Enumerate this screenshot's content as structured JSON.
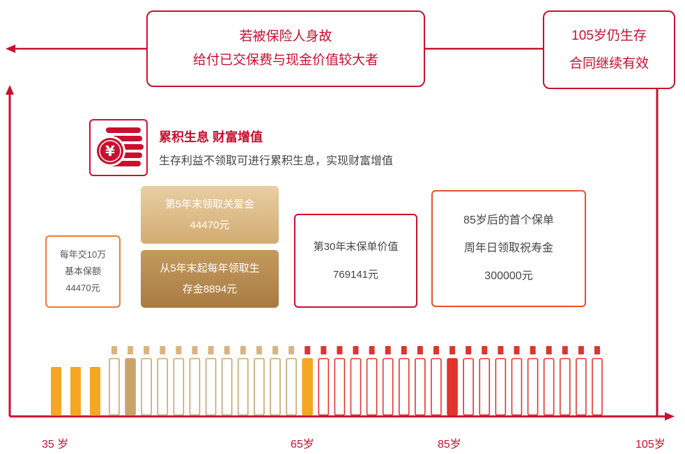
{
  "top_left_box": {
    "line1": "若被保险人身故",
    "line2": "给付已交保费与现金价值较大者"
  },
  "top_right_box": {
    "line1": "105岁仍生存",
    "line2": "合同继续有效"
  },
  "feature": {
    "title": "累积生息  财富增值",
    "subtitle": "生存利益不领取可进行累积生息，实现财富增值",
    "icon": "coin-stack-yen-icon"
  },
  "box_35": {
    "line1": "每年交10万",
    "line2": "基本保额",
    "line3": "44470元"
  },
  "box_gold1": {
    "line1": "第5年末领取关爱金",
    "line2": "44470元"
  },
  "box_gold2": {
    "line1": "从5年末起每年领取生",
    "line2": "存金8894元"
  },
  "box_30": {
    "line1": "第30年末保单价值",
    "line2": "769141元"
  },
  "box_85": {
    "line1": "85岁后的首个保单",
    "line2": "周年日领取祝寿金",
    "line3": "300000元"
  },
  "ages": {
    "a35": "35 岁",
    "a65": "65岁",
    "a85": "85岁",
    "a105": "105岁"
  },
  "colors": {
    "red": "#c8102e",
    "orange": "#f07a2a",
    "gold": "#c49a5e"
  }
}
